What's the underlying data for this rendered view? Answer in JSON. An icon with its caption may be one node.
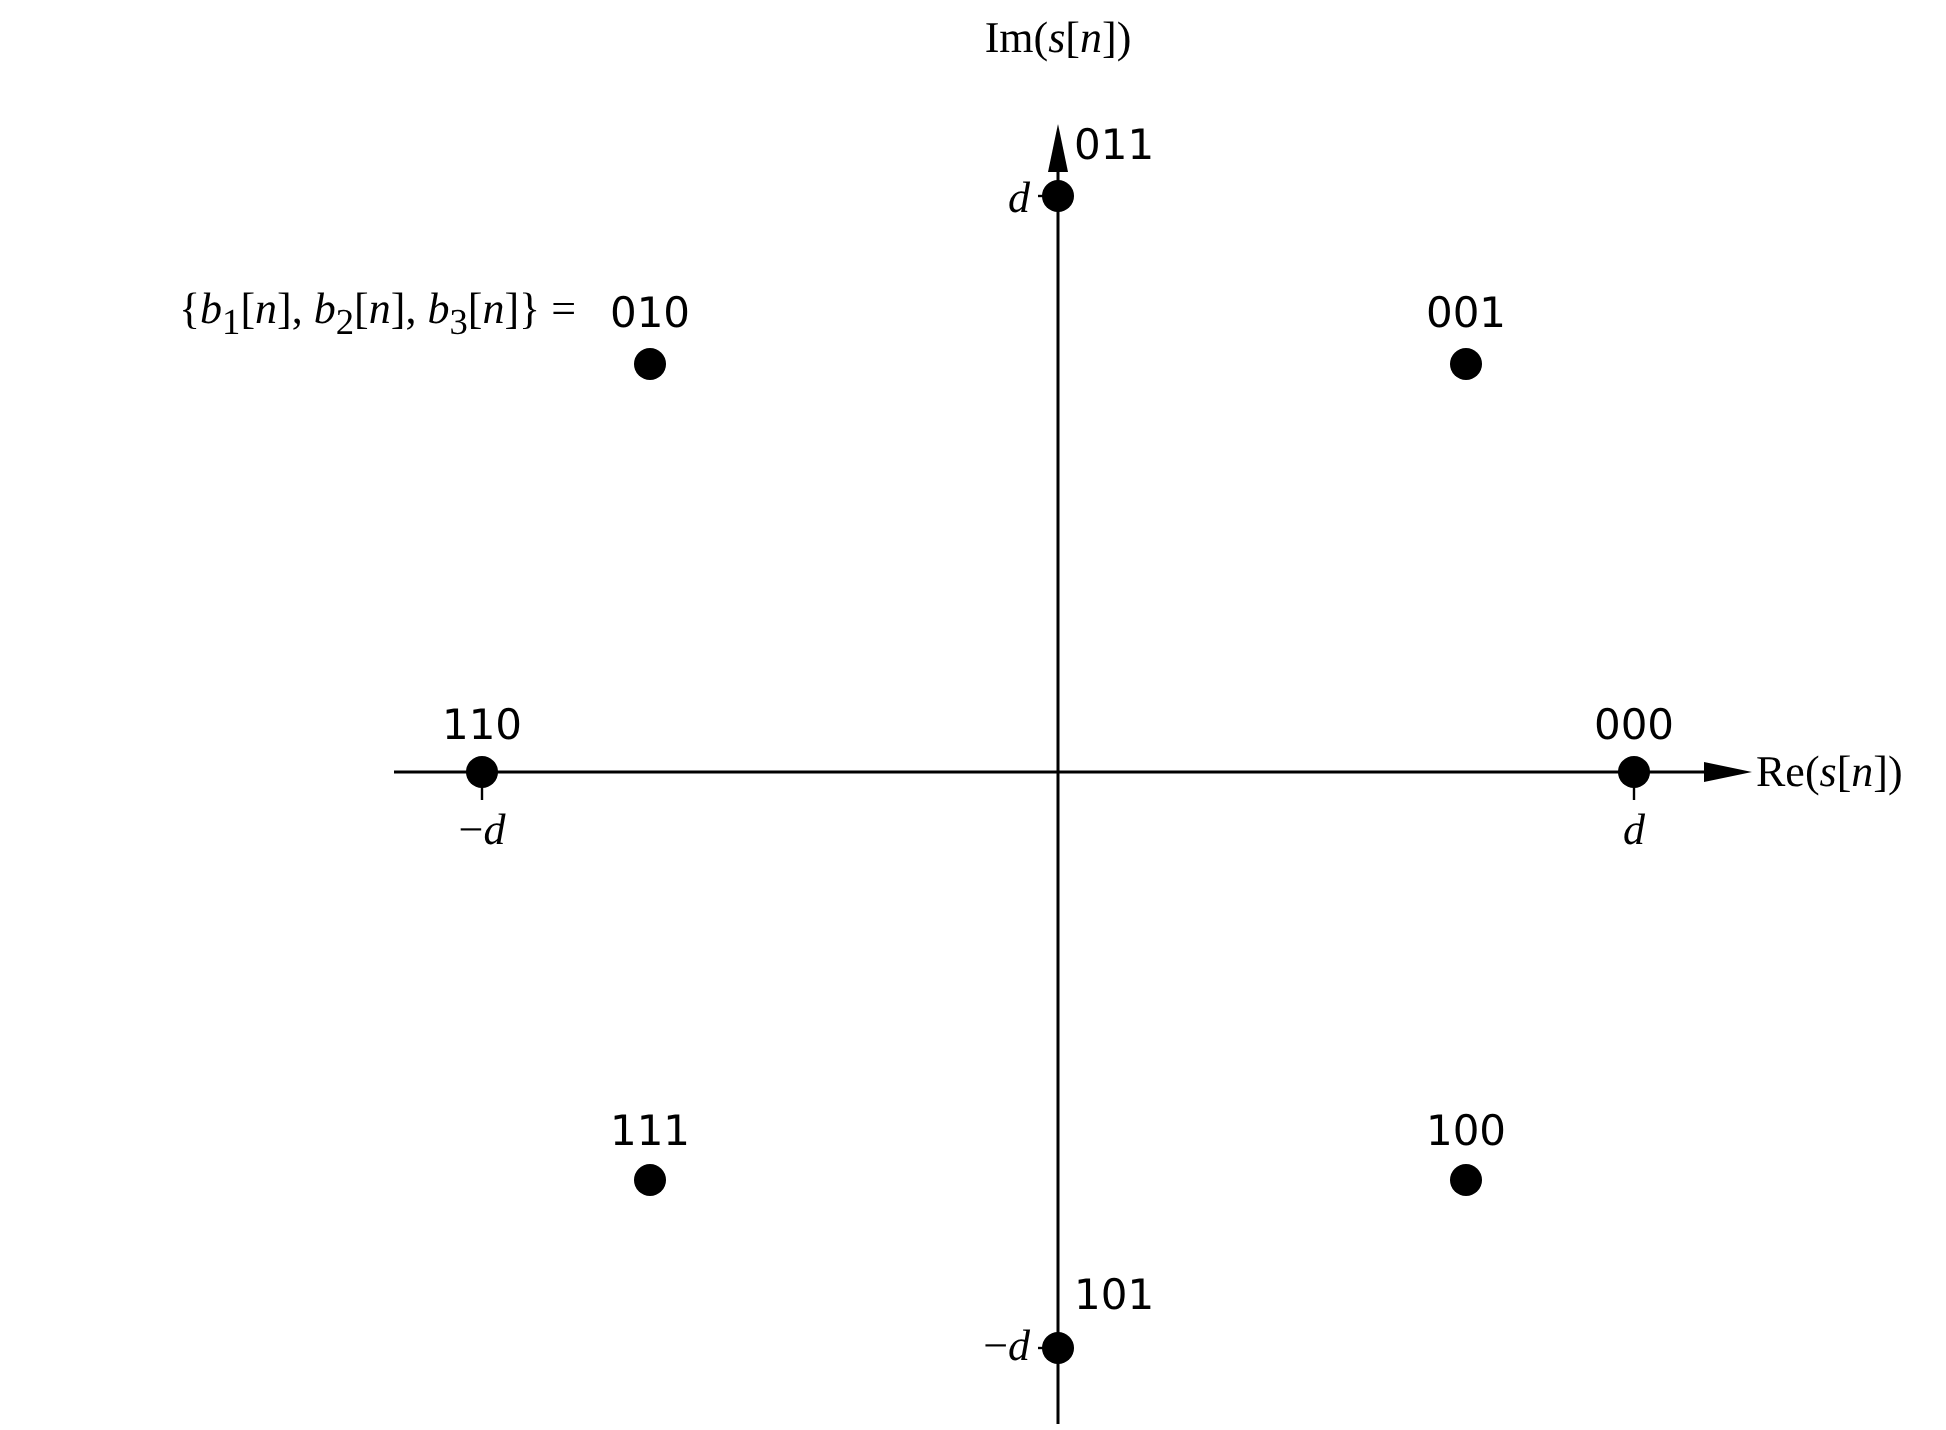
{
  "diagram": {
    "labels": [
      "Im(*s*[*n*])",
      "011",
      "*d*",
      "{*b*$_{1}$[*n*], *b*$_{2}$[*n*], *b*$_{3}$[*n*]} =",
      "010",
      "001",
      "110",
      "000",
      "Re(*s*[*n*])",
      "−*d*",
      "*d*",
      "111",
      "100",
      "101",
      "−*d*"
    ]
  }
}
